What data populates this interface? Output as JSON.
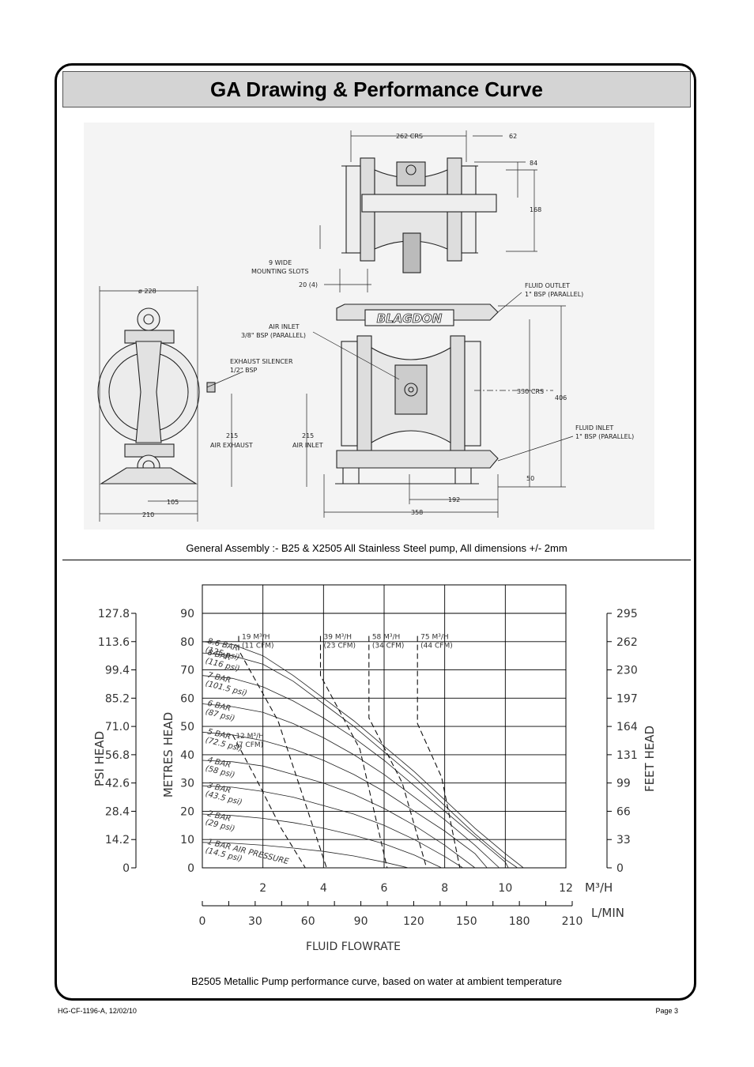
{
  "title": "GA Drawing & Performance Curve",
  "drawing": {
    "caption": "General Assembly :- B25 & X2505 All Stainless Steel pump, All dimensions +/- 2mm",
    "brand": "BLAGDON",
    "dimensions": {
      "crs_262": "262 CRS",
      "d62": "62",
      "d84": "84",
      "d168": "168",
      "mount_slots_1": "9 WIDE",
      "mount_slots_2": "MOUNTING SLOTS",
      "d20": "20 (4)",
      "dia228": "ø 228",
      "fluid_outlet_1": "FLUID OUTLET",
      "fluid_outlet_2": "1\" BSP (PARALLEL)",
      "air_inlet_1": "AIR INLET",
      "air_inlet_2": "3/8\" BSP (PARALLEL)",
      "silencer_1": "EXHAUST SILENCER",
      "silencer_2": "1/2\" BSP",
      "crs_330": "330 CRS",
      "d406": "406",
      "fluid_inlet_1": "FLUID INLET",
      "fluid_inlet_2": "1\" BSP (PARALLEL)",
      "air_exhaust_val": "215",
      "air_exhaust_lbl": "AIR EXHAUST",
      "air_inlet_val": "215",
      "air_inlet_lbl": "AIR INLET",
      "d50": "50",
      "d105": "105",
      "d210": "210",
      "d192": "192",
      "d358": "358"
    }
  },
  "chart_caption": "B2505 Metallic Pump performance curve, based on water at ambient temperature",
  "chart_data": {
    "type": "line",
    "title": "",
    "xlabel": "FLUID FLOWRATE",
    "x_unit_primary": "M³/H",
    "x_unit_secondary": "L/MIN",
    "xlim": [
      0,
      12
    ],
    "ylim": [
      0,
      90
    ],
    "x_ticks_m3h": [
      "2",
      "4",
      "6",
      "8",
      "10",
      "12"
    ],
    "x_ticks_lmin": [
      "0",
      "30",
      "60",
      "90",
      "120",
      "150",
      "180",
      "210"
    ],
    "y_left_metres_label": "METRES HEAD",
    "y_left_metres_ticks": [
      "90",
      "80",
      "70",
      "60",
      "50",
      "40",
      "30",
      "20",
      "10",
      "0"
    ],
    "y_left_psi_label": "PSI HEAD",
    "y_left_psi_ticks": [
      "127.8",
      "113.6",
      "99.4",
      "85.2",
      "71.0",
      "56.8",
      "42.6",
      "28.4",
      "14.2",
      "0"
    ],
    "y_right_feet_label": "FEET HEAD",
    "y_right_feet_ticks": [
      "295",
      "262",
      "230",
      "197",
      "164",
      "131",
      "99",
      "66",
      "33",
      "0"
    ],
    "series": [
      {
        "name": "8.6 BAR (125 psi)",
        "label_1": "8.6 BAR",
        "label_2": "(125 psi)",
        "x": [
          0,
          1,
          2,
          3,
          4,
          5,
          6,
          7,
          8,
          9,
          10,
          10.6
        ],
        "y": [
          80,
          79,
          75,
          68,
          60,
          52,
          43,
          34,
          24,
          14,
          5,
          0
        ]
      },
      {
        "name": "8 BAR (116 psi)",
        "label_1": "8 BAR",
        "label_2": "(116 psi)",
        "x": [
          0,
          1,
          2,
          3,
          4,
          5,
          6,
          7,
          8,
          9,
          10,
          10.4
        ],
        "y": [
          76,
          75,
          72,
          66,
          58,
          50,
          41,
          32,
          22,
          12,
          3,
          0
        ]
      },
      {
        "name": "7 BAR (101.5 psi)",
        "label_1": "7 BAR",
        "label_2": "(101.5 psi)",
        "x": [
          0,
          1,
          2,
          3,
          4,
          5,
          6,
          7,
          8,
          9,
          10,
          10.1
        ],
        "y": [
          68,
          67,
          64,
          59,
          53,
          46,
          38,
          29,
          20,
          11,
          2,
          0
        ]
      },
      {
        "name": "6 BAR (87 psi)",
        "label_1": "6 BAR",
        "label_2": "(87 psi)",
        "x": [
          0,
          1,
          2,
          3,
          4,
          5,
          6,
          7,
          8,
          9,
          9.8
        ],
        "y": [
          58,
          57,
          55,
          51,
          46,
          40,
          33,
          25,
          17,
          8,
          0
        ]
      },
      {
        "name": "5 BAR (72.5 psi)",
        "label_1": "5 BAR",
        "label_2": "(72.5 psi)",
        "x": [
          0,
          1,
          2,
          3,
          4,
          5,
          6,
          7,
          8,
          9,
          9.4
        ],
        "y": [
          48,
          47,
          45,
          42,
          38,
          33,
          27,
          20,
          13,
          5,
          0
        ]
      },
      {
        "name": "4 BAR (58 psi)",
        "label_1": "4 BAR",
        "label_2": "(58 psi)",
        "x": [
          0,
          1,
          2,
          3,
          4,
          5,
          6,
          7,
          8,
          9
        ],
        "y": [
          38,
          37.5,
          36,
          33,
          30,
          26,
          21,
          15,
          8,
          0
        ]
      },
      {
        "name": "3 BAR (43.5 psi)",
        "label_1": "3 BAR",
        "label_2": "(43.5 psi)",
        "x": [
          0,
          1,
          2,
          3,
          4,
          5,
          6,
          7,
          8,
          8.6
        ],
        "y": [
          29,
          28.5,
          27,
          25,
          22,
          19,
          15,
          10,
          4,
          0
        ]
      },
      {
        "name": "2 BAR (29 psi)",
        "label_1": "2 BAR",
        "label_2": "(29 psi)",
        "x": [
          0,
          1,
          2,
          3,
          4,
          5,
          6,
          7,
          7.9
        ],
        "y": [
          19,
          18.5,
          17.5,
          16,
          14,
          11.5,
          8.5,
          4.5,
          0
        ]
      },
      {
        "name": "1 BAR AIR PRESSURE (14.5 psi)",
        "label_1": "1 BAR AIR PRESSURE",
        "label_2": "(14.5 psi)",
        "x": [
          0,
          1,
          2,
          3,
          4,
          5,
          6,
          6.8
        ],
        "y": [
          9,
          8.7,
          8,
          7,
          5.8,
          4.2,
          2,
          0
        ]
      }
    ],
    "air_consumption": [
      {
        "name": "19 M³/H (11 CFM)",
        "label_1": "19 M³/H",
        "label_2": "(11 CFM)",
        "x": [
          1.2,
          1.2,
          2.5,
          4.1
        ],
        "y": [
          82,
          77,
          52,
          0
        ]
      },
      {
        "name": "39 M³/H (23 CFM)",
        "label_1": "39 M³/H",
        "label_2": "(23 CFM)",
        "x": [
          3.9,
          3.9,
          5.2,
          6.1
        ],
        "y": [
          82,
          68,
          42,
          0
        ]
      },
      {
        "name": "58 M³/H (34 CFM)",
        "label_1": "58 M³/H",
        "label_2": "(34 CFM)",
        "x": [
          5.5,
          5.5,
          6.6,
          7.4
        ],
        "y": [
          82,
          53,
          30,
          0
        ]
      },
      {
        "name": "75 M³/H (44 CFM)",
        "label_1": "75 M³/H",
        "label_2": "(44 CFM)",
        "x": [
          7.1,
          7.1,
          7.9,
          8.5
        ],
        "y": [
          82,
          51,
          32,
          0
        ]
      },
      {
        "name": "12 M³/H (7 CFM)",
        "label_1": "12 M³/H",
        "label_2": "(7 CFM)",
        "x": [
          1.0,
          1.8,
          2.6,
          3.4
        ],
        "y": [
          47,
          31,
          14,
          0
        ]
      }
    ],
    "grid": true
  },
  "footer": {
    "doc_ref": "HG-CF-1196-A, 12/02/10",
    "page": "Page 3"
  }
}
